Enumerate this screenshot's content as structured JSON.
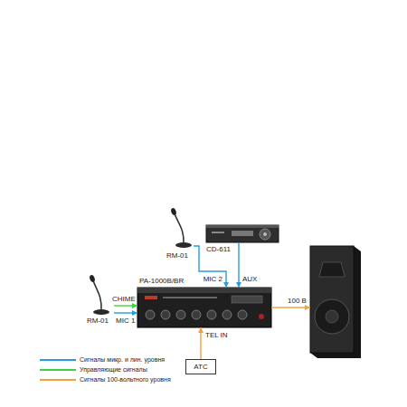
{
  "diagram": {
    "nodes": [
      {
        "text": [
          "RM-01"
        ]
      },
      {
        "text": [
          "CD-611"
        ]
      },
      {
        "text": [
          "PA-1000B/BR"
        ]
      },
      {
        "text": [
          "RM-01"
        ]
      },
      {
        "text": []
      },
      {
        "text": [
          "АТС"
        ]
      }
    ],
    "edges": [
      {
        "from": 0,
        "to": 2,
        "arrow": "to",
        "label": "MIC 2"
      },
      {
        "from": 1,
        "to": 2,
        "arrow": "to",
        "label": "AUX"
      },
      {
        "from": 3,
        "to": 2,
        "arrow": "to",
        "label": "CHIME"
      },
      {
        "from": 3,
        "to": 2,
        "arrow": "to",
        "label": "MIC 1"
      },
      {
        "from": 2,
        "to": 4,
        "arrow": "to",
        "label": "100 В"
      },
      {
        "from": 5,
        "to": 2,
        "arrow": "to",
        "label": "TEL IN"
      }
    ],
    "legend": [
      {
        "text": "Сигналы микр. и лин. уровня",
        "color": "#2b9be0"
      },
      {
        "text": "Управляющие сигналы",
        "color": "#3fd13f"
      },
      {
        "text": "Сигналы 100-вольтного уровня",
        "color": "#f4a040"
      }
    ]
  }
}
